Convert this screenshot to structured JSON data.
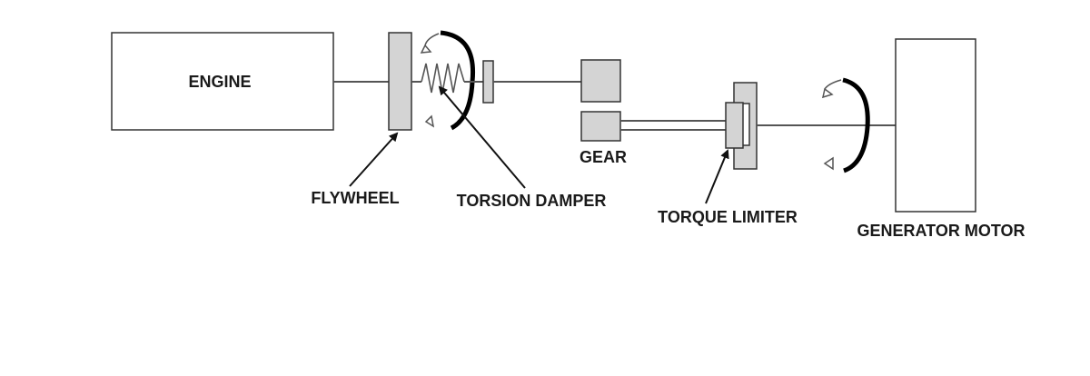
{
  "labels": {
    "engine": "ENGINE",
    "flywheel": "FLYWHEEL",
    "torsion_damper": "TORSION DAMPER",
    "gear": "GEAR",
    "torque_limiter": "TORQUE LIMITER",
    "generator_motor": "GENERATOR MOTOR"
  },
  "colors": {
    "part_fill": "#d4d4d4",
    "outline": "#333333",
    "rotation_arrow": "#000000"
  },
  "icons": {
    "rotation": "curved-rotation-arrow-icon",
    "spring": "spring-icon"
  }
}
